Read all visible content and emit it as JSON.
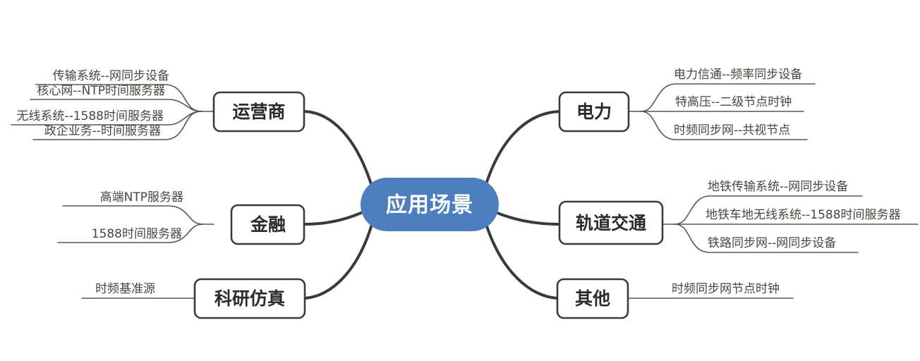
{
  "diagram": {
    "type": "mindmap",
    "title": "应用场景",
    "center": {
      "label": "应用场景",
      "color": "#4d7fbf",
      "text_color": "#ffffff"
    },
    "colors": {
      "branch_stroke": "#3a3a3a",
      "leaf_stroke": "#5a5550",
      "node_border": "#3a3a3a",
      "node_fill": "#ffffff",
      "node_text": "#2b2b2b",
      "leaf_text": "#4a4540",
      "background": "#ffffff"
    },
    "branches": [
      {
        "id": "operator",
        "label": "运营商",
        "side": "left",
        "leaves": [
          "传输系统--网同步设备",
          "核心网--NTP时间服务器",
          "无线系统--1588时间服务器",
          "政企业务--时间服务器"
        ]
      },
      {
        "id": "finance",
        "label": "金融",
        "side": "left",
        "leaves": [
          "高端NTP服务器",
          "1588时间服务器"
        ]
      },
      {
        "id": "research",
        "label": "科研仿真",
        "side": "left",
        "leaves": [
          "时频基准源"
        ]
      },
      {
        "id": "power",
        "label": "电力",
        "side": "right",
        "leaves": [
          "电力信通--频率同步设备",
          "特高压--二级节点时钟",
          "时频同步网--共视节点"
        ]
      },
      {
        "id": "rail",
        "label": "轨道交通",
        "side": "right",
        "leaves": [
          "地铁传输系统--网同步设备",
          "地铁车地无线系统--1588时间服务器",
          "铁路同步网--网同步设备"
        ]
      },
      {
        "id": "other",
        "label": "其他",
        "side": "right",
        "leaves": [
          "时频同步网节点时钟"
        ]
      }
    ]
  }
}
